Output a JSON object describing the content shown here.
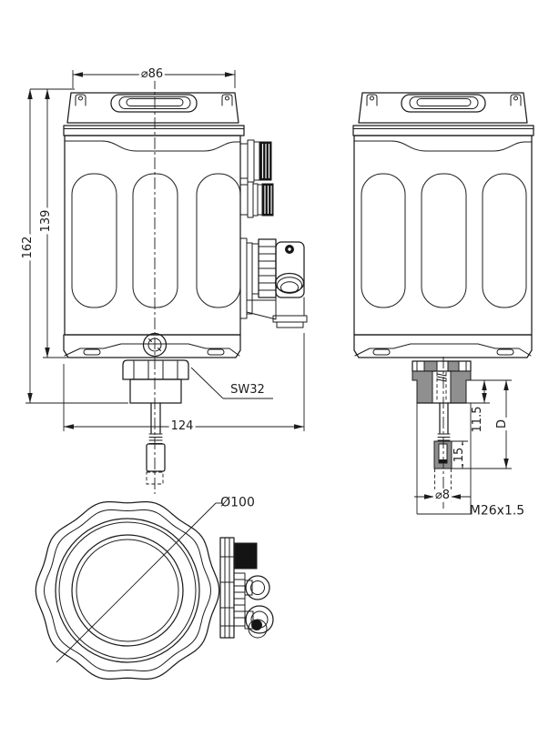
{
  "drawing": {
    "colors": {
      "background": "#ffffff",
      "line": "#1c1c1c",
      "section_fill": "#8f8f8f",
      "connector_fill": "#141414"
    },
    "dims": {
      "front": {
        "diameter_top": "⌀86",
        "height_overall": "162",
        "height_body": "139",
        "wrench_size": "SW32",
        "width_overall": "124"
      },
      "side": {
        "shoulder_depth": "11.5",
        "insertion_depth": "D",
        "tip_length": "15",
        "probe_diameter": "⌀8",
        "thread": "M26x1.5"
      },
      "bottom": {
        "outer_diameter": "Ø100"
      }
    }
  }
}
